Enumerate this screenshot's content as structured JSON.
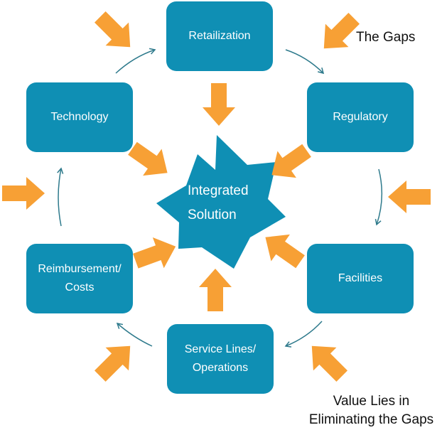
{
  "nodes": {
    "retailization": "Retailization",
    "regulatory": "Regulatory",
    "facilities": "Facilities",
    "service_lines": "Service Lines/\nOperations",
    "reimbursement": "Reimbursement/\nCosts",
    "technology": "Technology"
  },
  "center": {
    "label": "Integrated\nSolution"
  },
  "annotations": {
    "gaps": "The Gaps",
    "value": "Value Lies in\nEliminating the Gaps"
  },
  "colors": {
    "node_fill": "#0f8fb4",
    "gap_arrow": "#f7a035",
    "cycle_arrow": "#2e7a8c"
  }
}
